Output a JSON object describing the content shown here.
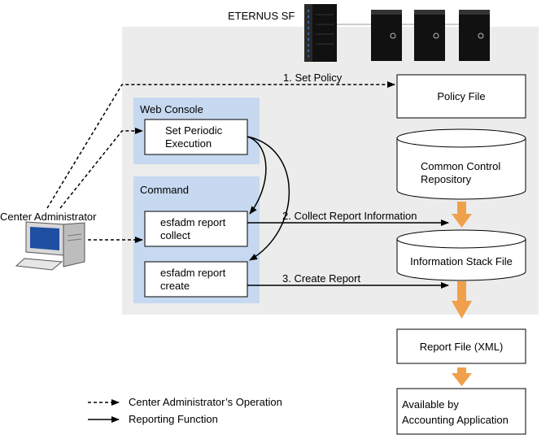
{
  "title": "ETERNUS SF",
  "actor": "Center Administrator",
  "groups": {
    "web_console": "Web Console",
    "command": "Command"
  },
  "boxes": {
    "set_periodic": [
      "Set Periodic",
      "Execution"
    ],
    "report_collect": [
      "esfadm report",
      "collect"
    ],
    "report_create": [
      "esfadm report",
      "create"
    ],
    "policy_file": "Policy File",
    "report_file": "Report File (XML)",
    "available": [
      "Available by",
      "Accounting Application"
    ]
  },
  "stores": {
    "common_repo": [
      "Common Control",
      "Repository"
    ],
    "info_stack": "Information Stack File"
  },
  "steps": {
    "set_policy": "1. Set Policy",
    "collect": "2. Collect Report Information",
    "create": "3. Create Report"
  },
  "legend": {
    "operation": "Center Administrator’s Operation",
    "reporting": "Reporting Function"
  },
  "colors": {
    "region_fill": "#ececec",
    "group_fill": "#c6d9f0",
    "flow_arrow": "#f0a04a",
    "server": "#111111"
  },
  "icons": [
    "server-rack-icon",
    "computer-icon"
  ]
}
